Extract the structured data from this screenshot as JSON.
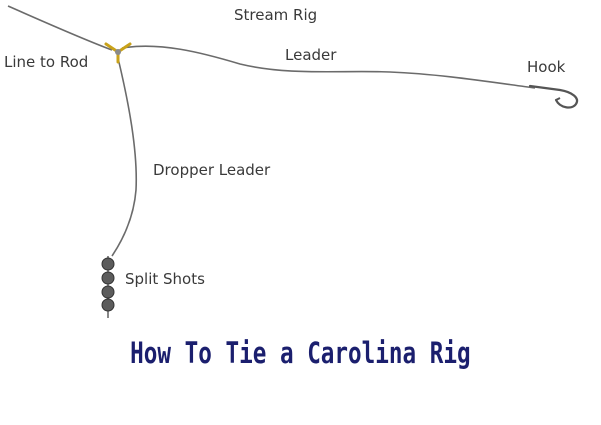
{
  "diagram": {
    "title": "Stream Rig",
    "labels": {
      "line_to_rod": "Line to Rod",
      "leader": "Leader",
      "hook": "Hook",
      "dropper_leader": "Dropper Leader",
      "split_shots": "Split Shots"
    },
    "caption": "How To Tie a Carolina Rig",
    "caption_color": "#1b1f6e",
    "line_color": "#6b6b6b",
    "swivel_color": "#c9a21a",
    "split_shot_count": 4
  }
}
